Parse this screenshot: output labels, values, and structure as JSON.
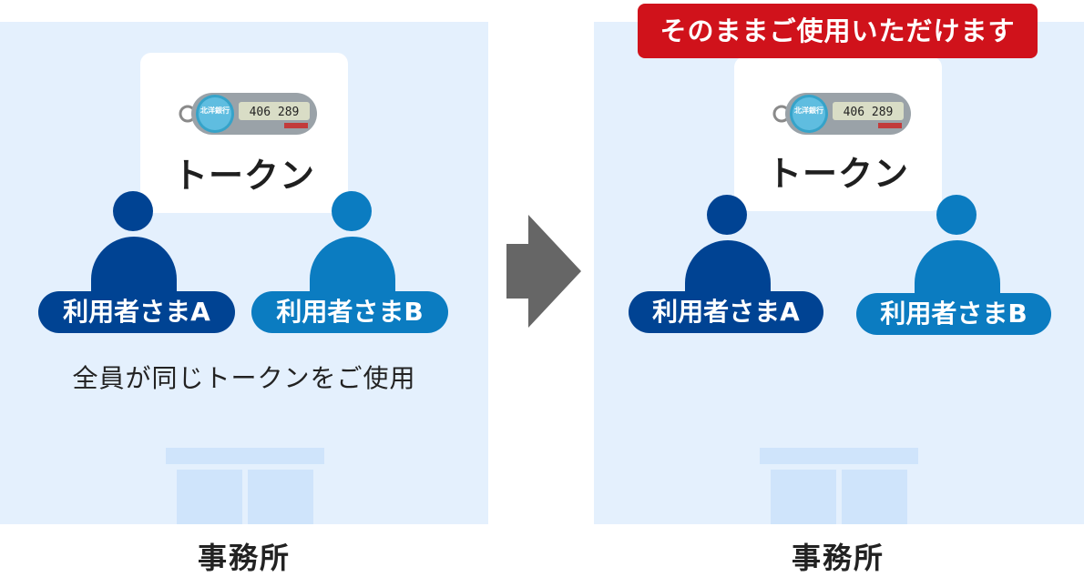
{
  "left": {
    "token_label": "トークン",
    "user_a": "利用者さまA",
    "user_b": "利用者さまB",
    "caption": "全員が同じトークンをご使用",
    "office": "事務所"
  },
  "right": {
    "badge": "そのままご使用いただけます",
    "token_label": "トークン",
    "user_a": "利用者さまA",
    "user_b": "利用者さまB",
    "office": "事務所"
  },
  "token_device": {
    "bank_name": "北洋銀行",
    "display_value": "406 289"
  },
  "colors": {
    "panel_bg": "#e4f0fd",
    "user_a": "#004393",
    "user_b": "#0b7cc1",
    "badge": "#d0121b",
    "arrow": "#666666",
    "desk": "#cfe4fb"
  }
}
